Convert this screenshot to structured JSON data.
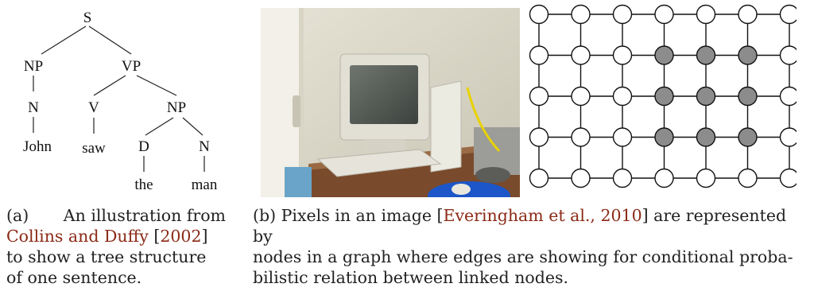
{
  "tree": {
    "nodes": {
      "s": "S",
      "np1": "NP",
      "vp": "VP",
      "n1": "N",
      "v": "V",
      "np2": "NP",
      "john": "John",
      "saw": "saw",
      "d": "D",
      "n2": "N",
      "the": "the",
      "man": "man"
    }
  },
  "caption_a": {
    "label": "(a)",
    "line1_rest": "An illustration from",
    "cite_authors": "Collins and Duffy",
    "cite_year": "2002",
    "line2_rest": "to show a tree structure",
    "line3": "of one sentence."
  },
  "caption_b": {
    "line1_pre": "(b) Pixels in an image [",
    "cite": "Everingham et al., 2010",
    "line1_post": "] are represented by",
    "line2": "nodes in a graph where edges are showing for conditional proba-",
    "line3": "bilistic relation between linked nodes."
  },
  "graph": {
    "rows": 5,
    "cols": 7,
    "shaded": [
      [
        1,
        3
      ],
      [
        1,
        4
      ],
      [
        1,
        5
      ],
      [
        2,
        3
      ],
      [
        2,
        4
      ],
      [
        2,
        5
      ],
      [
        3,
        3
      ],
      [
        3,
        4
      ],
      [
        3,
        5
      ]
    ],
    "shade_color": "#8c8c8c",
    "node_fill": "#ffffff"
  }
}
